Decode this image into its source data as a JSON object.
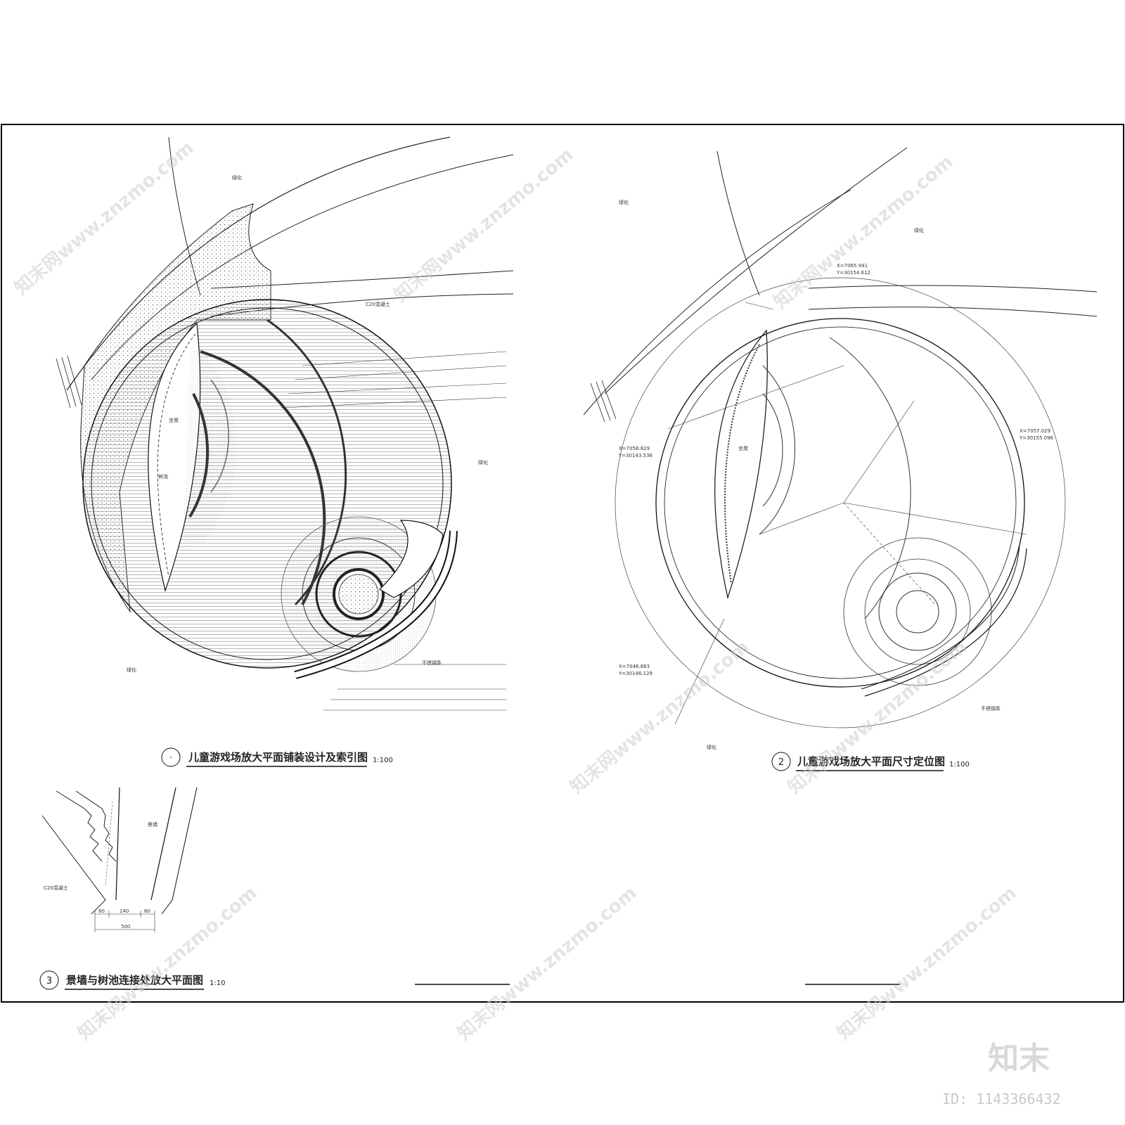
{
  "drawings": [
    {
      "number": "·",
      "title": "儿童游戏场放大平面铺装设计及索引图",
      "scale": "1:100"
    },
    {
      "number": "2",
      "title": "儿童游戏场放大平面尺寸定位图",
      "scale": "1:100"
    },
    {
      "number": "3",
      "title": "景墙与树池连接处放大平面图",
      "scale": "1:10"
    }
  ],
  "labels_plan1": {
    "green1": "绿化",
    "green2": "绿化",
    "green3": "绿化",
    "concrete": "C20混凝土",
    "steel": "不锈钢条",
    "seat": "坐凳",
    "tree": "树池"
  },
  "labels_plan2": {
    "green1": "绿化",
    "green2": "绿化",
    "green3": "绿化",
    "seat": "坐凳",
    "steel": "不锈钢条",
    "coord1": "X=7065.941",
    "coord2": "Y=30154.612",
    "coord3": "X=7058.829",
    "coord4": "Y=30143.536",
    "coord5": "X=7057.029",
    "coord6": "Y=30155.096",
    "coord7": "X=7046.683",
    "coord8": "Y=30146.129"
  },
  "labels_detail3": {
    "c20": "C20混凝土",
    "wall": "景墙",
    "dim1": "80",
    "dim2": "240",
    "dim3": "80",
    "dim4": "500"
  },
  "watermark": {
    "text": "知末网www.znzmo.com",
    "brand": "知末",
    "id": "ID: 1143366432"
  }
}
